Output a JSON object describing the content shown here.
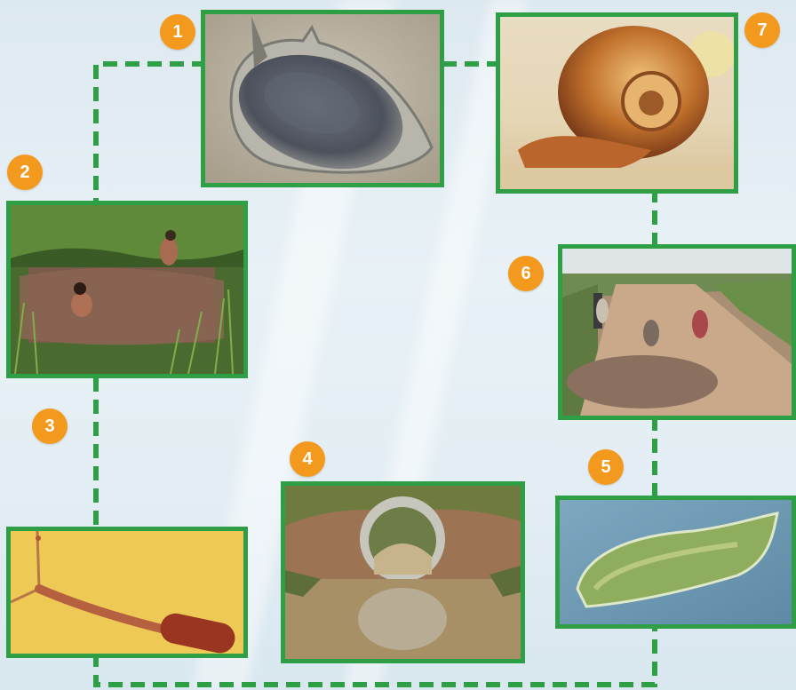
{
  "stages": [
    {
      "number": "1",
      "subject": "egg"
    },
    {
      "number": "2",
      "subject": "people-bathing-in-water"
    },
    {
      "number": "3",
      "subject": "cercaria-larva"
    },
    {
      "number": "4",
      "subject": "stream-through-culvert"
    },
    {
      "number": "5",
      "subject": "miracidium-larva"
    },
    {
      "number": "6",
      "subject": "people-washing-at-roadside-puddle"
    },
    {
      "number": "7",
      "subject": "freshwater-snail"
    }
  ],
  "colors": {
    "frame": "#2e9f44",
    "connector": "#2e9f44",
    "badge": "#f39a1e",
    "badge_text": "#ffffff"
  }
}
